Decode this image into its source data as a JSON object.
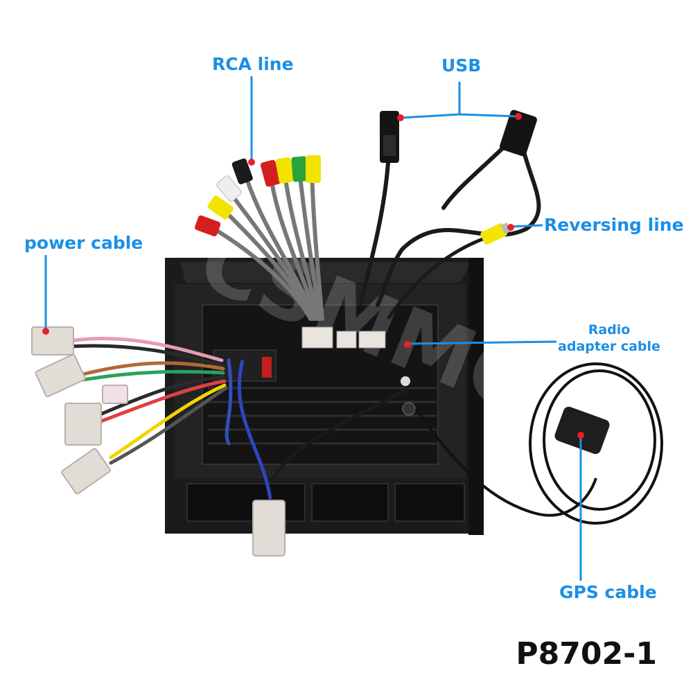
{
  "labels": {
    "rca": "RCA line",
    "usb": "USB",
    "power": "power cable",
    "reversing": "Reversing line",
    "radio_line1": "Radio",
    "radio_line2": "adapter cable",
    "gps": "GPS cable"
  },
  "model": "P8702-1",
  "colors": {
    "accent": "#1a8fe6",
    "marker": "#e8202a",
    "panel": "#1c1c1c",
    "connector": "#e2dcd6"
  }
}
